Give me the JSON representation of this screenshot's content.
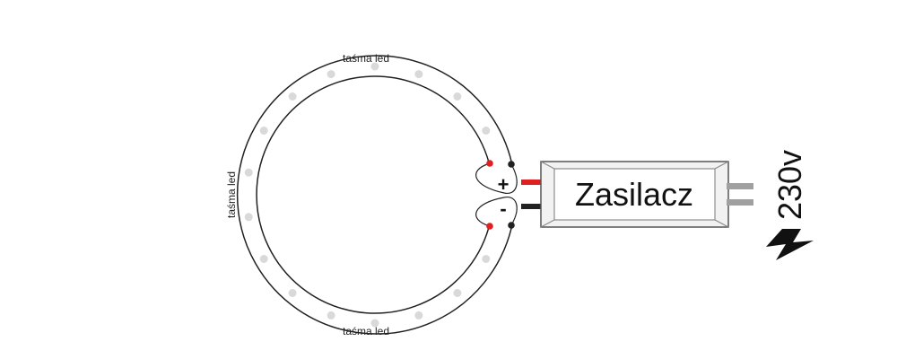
{
  "strip": {
    "label_top": "taśma led",
    "label_left": "taśma led",
    "label_bottom": "taśma led"
  },
  "terminals": {
    "plus": "+",
    "minus": "-"
  },
  "power_supply": {
    "label": "Zasilacz"
  },
  "mains": {
    "voltage": "230v"
  },
  "colors": {
    "outline": "#222222",
    "led_dot": "#d9d9d9",
    "positive": "#e02020",
    "negative": "#222222",
    "output_bar": "#a0a0a0",
    "box_fill": "#f2f2f2"
  },
  "icons": {
    "bolt": "lightning-bolt-icon"
  }
}
